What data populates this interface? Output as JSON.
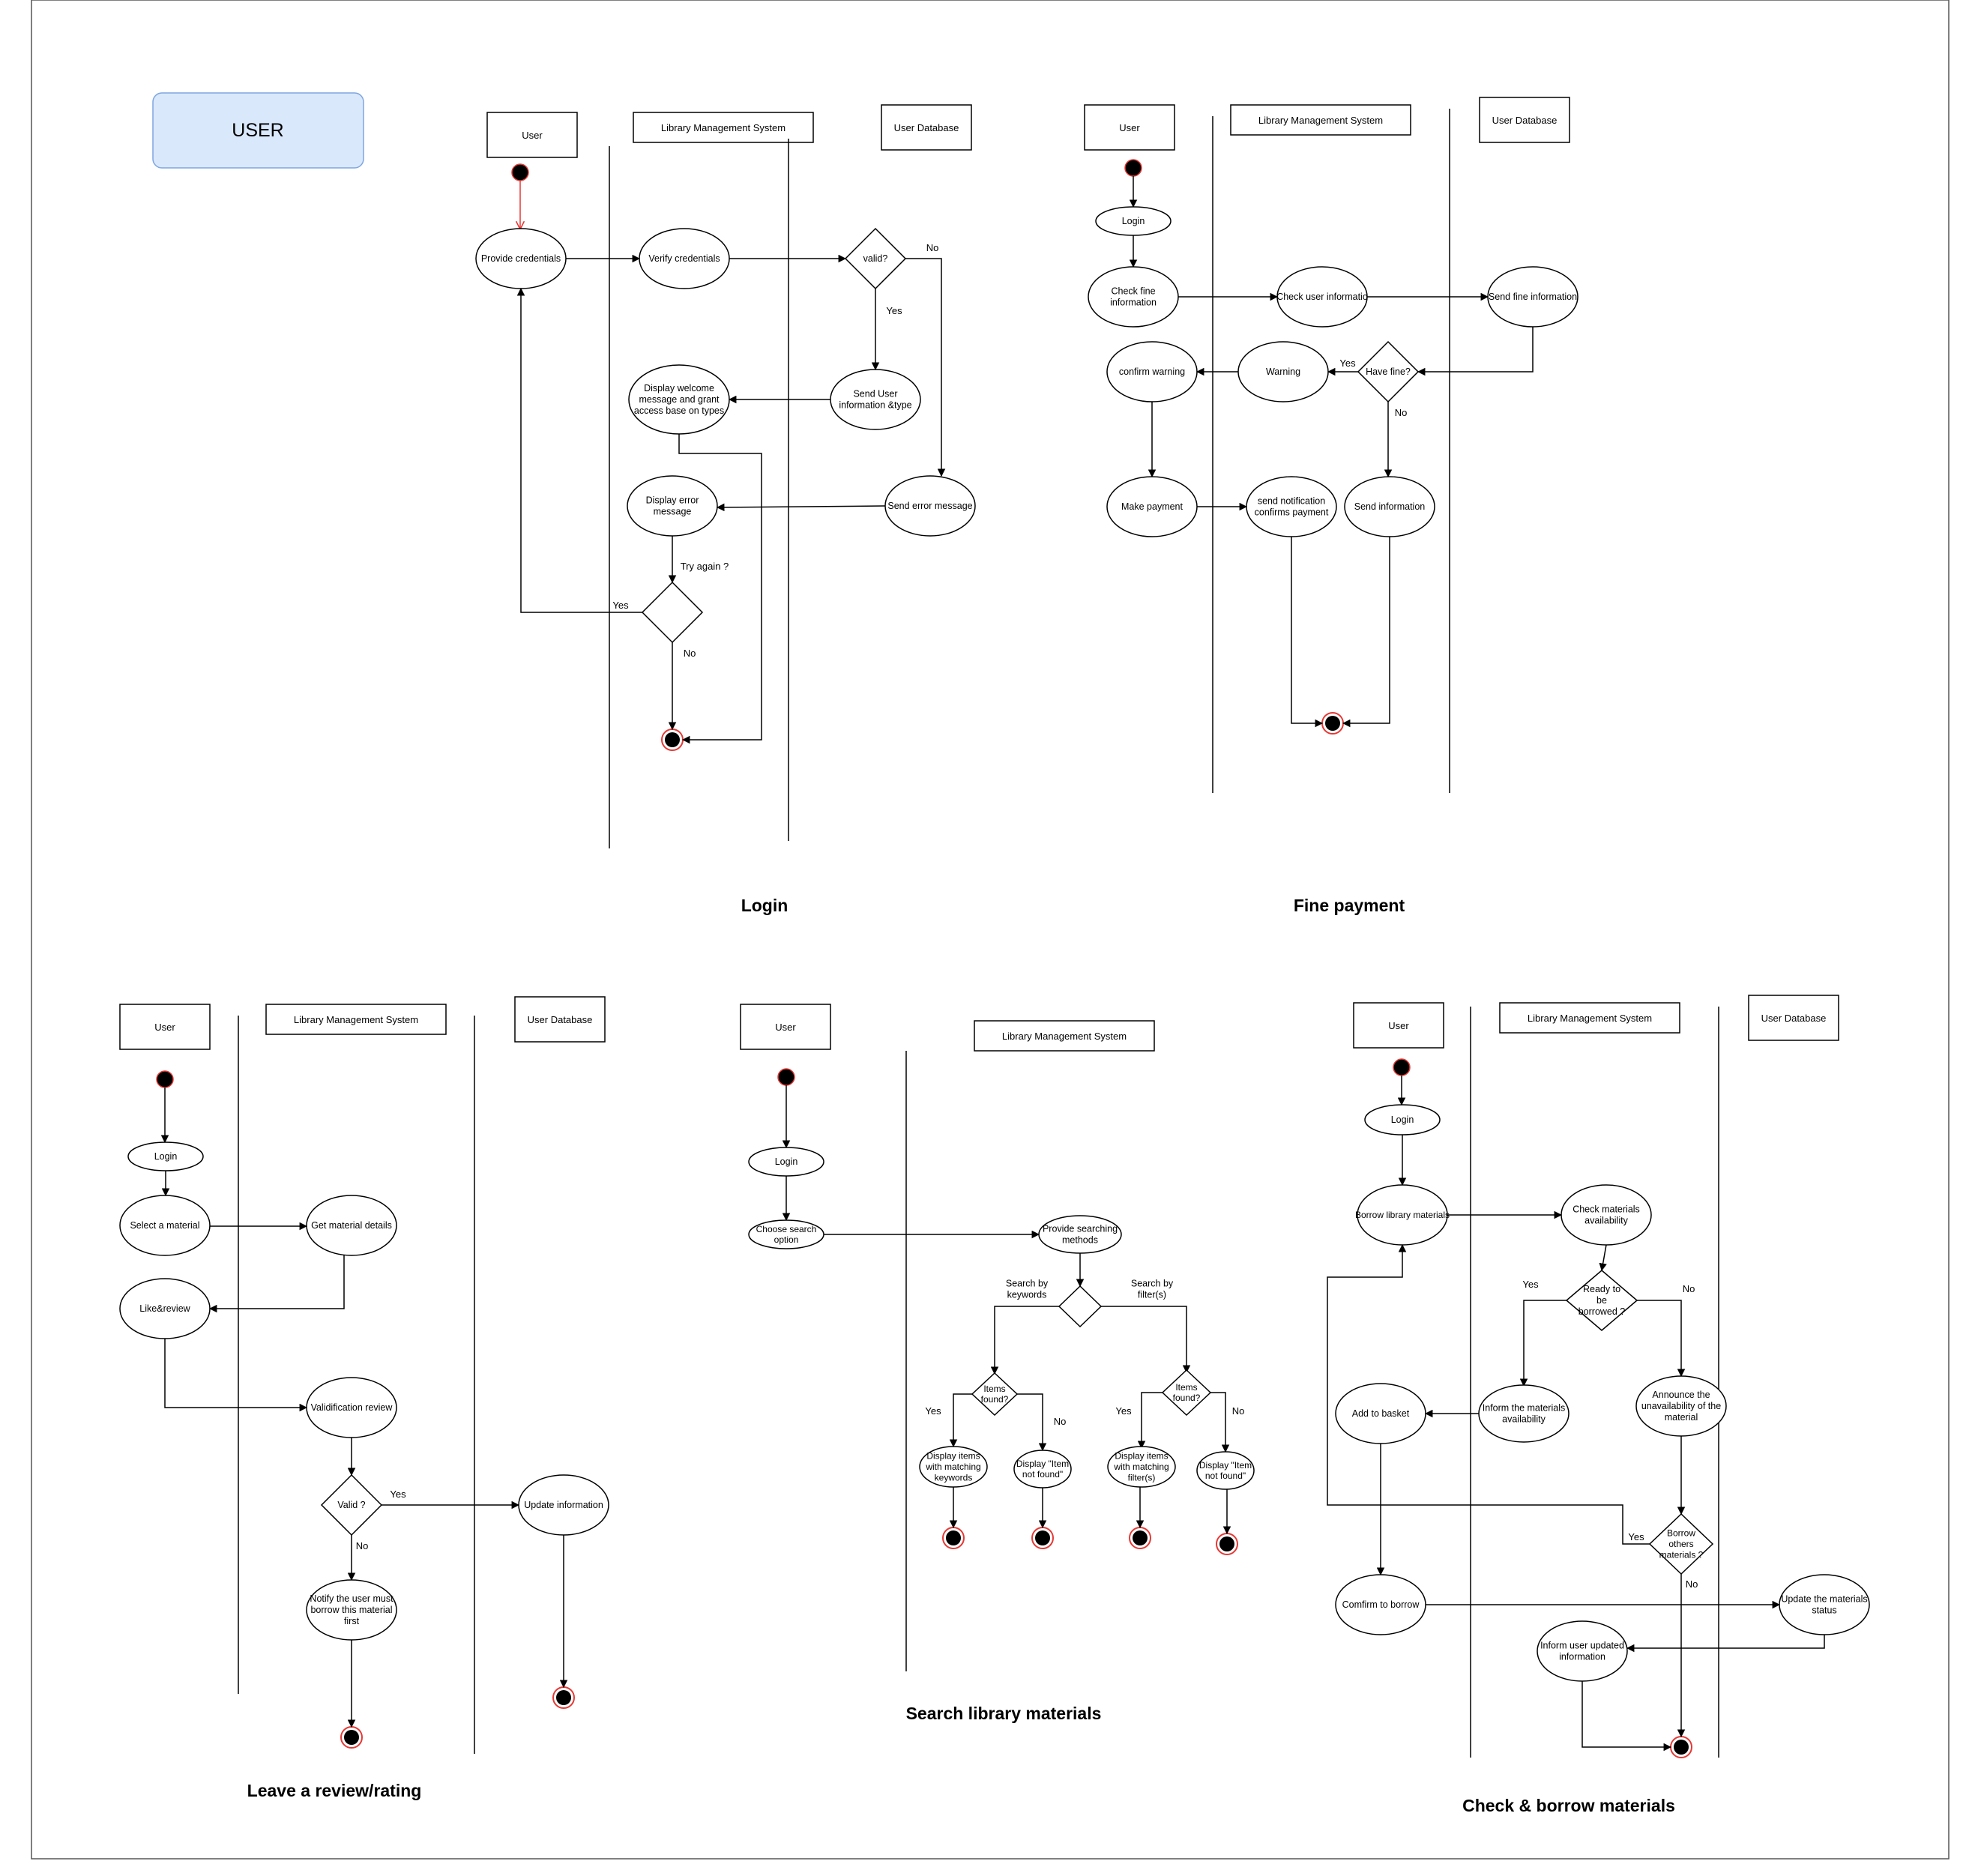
{
  "user_tag": "USER",
  "lanes": {
    "user": "User",
    "system": "Library Management System",
    "database": "User Database"
  },
  "colors": {
    "stroke": "#000000",
    "start_arrow": "#e53935",
    "end_ring": "#e53935",
    "user_tag_fill": "#dae8fc",
    "user_tag_stroke": "#7ea6e0"
  },
  "login": {
    "title": "Login",
    "provide_credentials": "Provide credentials",
    "verify_credentials": "Verify credentials",
    "valid": "valid?",
    "yes": "Yes",
    "no": "No",
    "send_user_info": [
      "Send User",
      "information &type"
    ],
    "display_welcome": [
      "Display welcome",
      "message and grant",
      "access base on types"
    ],
    "send_error": "Send error message",
    "display_error": [
      "Display error",
      "message"
    ],
    "try_again": "Try again ?"
  },
  "fine": {
    "title": "Fine payment",
    "login": "Login",
    "check_fine": [
      "Check fine",
      "information"
    ],
    "check_user": "Check user informatio",
    "send_fine": "Send fine information",
    "have_fine": "Have fine?",
    "yes": "Yes",
    "no": "No",
    "warning": "Warning",
    "confirm_warning": "confirm warning",
    "make_payment": "Make payment",
    "send_notification": [
      "send notification",
      "confirms payment"
    ],
    "send_information": "Send information"
  },
  "review": {
    "title": "Leave a review/rating",
    "login": "Login",
    "select_material": "Select a material",
    "get_details": "Get material details",
    "like_review": "Like&review",
    "validification": "Validification review",
    "valid": "Valid ?",
    "yes": "Yes",
    "no": "No",
    "update_info": "Update information",
    "notify": [
      "Notify the user must",
      "borrow this material",
      "first"
    ]
  },
  "search": {
    "title": "Search library materials",
    "login": "Login",
    "choose_option": [
      "Choose search",
      "option"
    ],
    "provide_methods": [
      "Provide searching",
      "methods"
    ],
    "by_keywords": [
      "Search by",
      "keywords"
    ],
    "by_filters": [
      "Search by",
      "filter(s)"
    ],
    "items_found": [
      "Items",
      "found?"
    ],
    "yes": "Yes",
    "no": "No",
    "display_keywords": [
      "Display items",
      "with matching",
      "keywords"
    ],
    "display_filters": [
      "Display items",
      "with matching",
      "filter(s)"
    ],
    "not_found": [
      "Display \"Item",
      "not found\""
    ]
  },
  "borrow": {
    "title": "Check & borrow materials",
    "login": "Login",
    "borrow_materials": "Borrow library materials",
    "check_availability": [
      "Check materials",
      "availability"
    ],
    "ready": [
      "Ready to",
      "be",
      "borrowed ?"
    ],
    "yes": "Yes",
    "no": "No",
    "inform_availability": [
      "Inform the materials",
      "availability"
    ],
    "announce": [
      "Announce the",
      "unavailability of the",
      "material"
    ],
    "add_basket": "Add to basket",
    "borrow_others": [
      "Borrow",
      "others",
      "materials ?"
    ],
    "confirm": "Comfirm to borrow",
    "update_status": [
      "Update the materials",
      "status"
    ],
    "inform_updated": [
      "Inform user updated",
      "information"
    ]
  }
}
